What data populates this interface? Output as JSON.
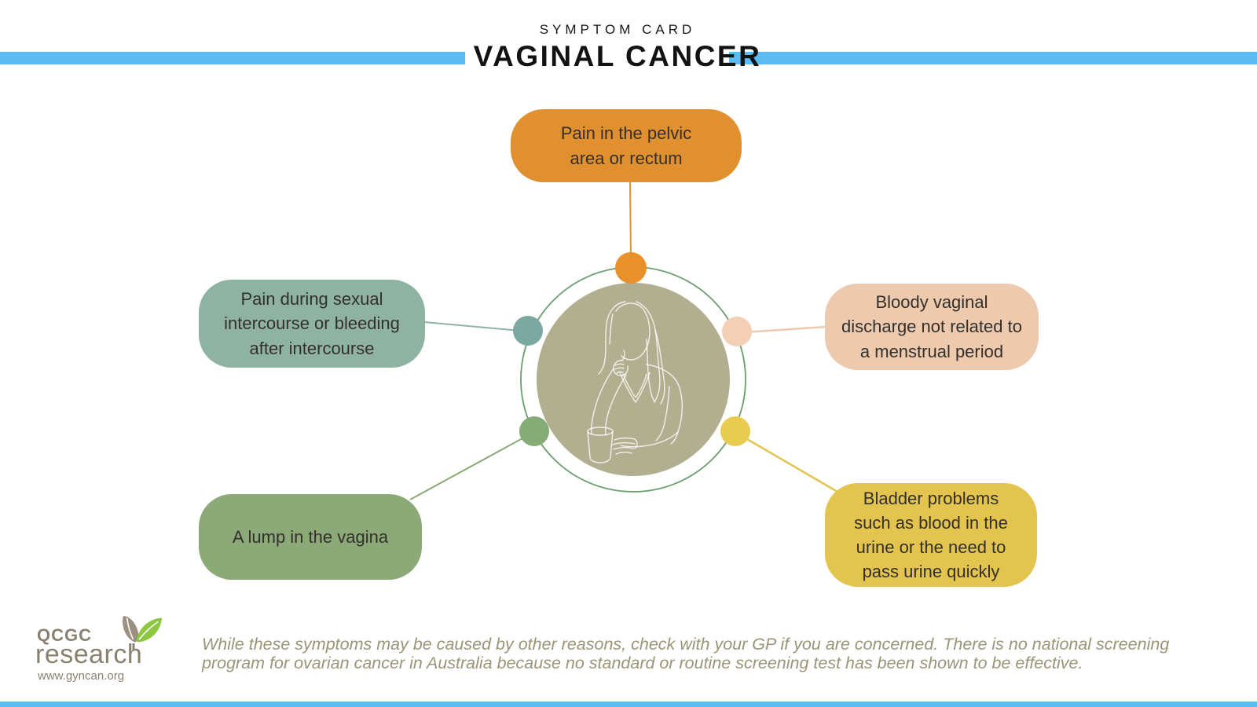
{
  "header": {
    "eyebrow": "SYMPTOM CARD",
    "title": "VAGINAL CANCER",
    "accent_color": "#5BBCF2"
  },
  "center": {
    "illustration": "woman-thinking-with-cup",
    "ring_color": "#6B9E6E",
    "fill_color": "#B2AF90"
  },
  "symptoms": [
    {
      "id": "pelvic-pain",
      "label": "Pain in the pelvic area or rectum",
      "color": "#E0902F",
      "dot_color": "#E8912B",
      "position": "top"
    },
    {
      "id": "intercourse-pain",
      "label": "Pain during sexual intercourse or bleeding after intercourse",
      "color": "#8FB3A3",
      "dot_color": "#7BA8A0",
      "position": "left"
    },
    {
      "id": "bloody-discharge",
      "label": "Bloody vaginal discharge not related to a menstrual period",
      "color": "#EDC9AE",
      "dot_color": "#F3CFB5",
      "position": "right"
    },
    {
      "id": "vaginal-lump",
      "label": "A lump in the vagina",
      "color": "#8BAA77",
      "dot_color": "#85AC76",
      "position": "bottom-left"
    },
    {
      "id": "bladder-problems",
      "label": "Bladder problems such as blood in the urine or the need to pass urine quickly",
      "color": "#E3C44F",
      "dot_color": "#E9CB4F",
      "position": "bottom-right"
    }
  ],
  "footer": {
    "logo": {
      "line1": "QCGC",
      "line2": "research",
      "url": "www.gyncan.org",
      "text_color": "#8A8070",
      "leaf_green": "#8DC63F",
      "leaf_taupe": "#9C9080"
    },
    "disclaimer": "While these symptoms may be caused by other reasons, check with your GP if you are concerned. There is no national screening program for ovarian cancer in Australia because no standard or routine screening test has been shown to be effective."
  }
}
